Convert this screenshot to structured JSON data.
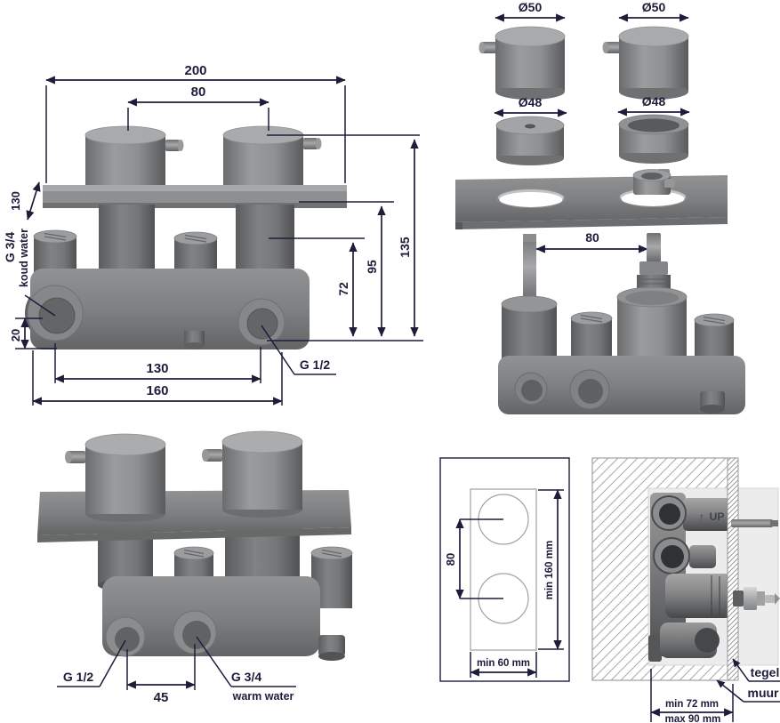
{
  "palette": {
    "ink": "#1d1d3b",
    "metal_mid": "#86888a",
    "metal_dark": "#5f6163",
    "photo_bg": "#ececed"
  },
  "front_view": {
    "overall_width": "200",
    "handle_spacing": "80",
    "plate_height": "130",
    "height_total": "135",
    "height_plate": "95",
    "height_body": "72",
    "port_offset": "20",
    "port_spacing": "130",
    "body_width": "160",
    "cold_label_line1": "G 3/4",
    "cold_label_line2": "koud water",
    "outlet_label": "G 1/2"
  },
  "exploded_view": {
    "cap_left_dia": "Ø50",
    "cap_right_dia": "Ø50",
    "ring_left_dia": "Ø48",
    "ring_right_dia": "Ø48",
    "stem_spacing": "80"
  },
  "iso_view": {
    "outlet_label": "G 1/2",
    "port_spacing": "45",
    "hot_label_line1": "G 3/4",
    "hot_label_line2": "warm water"
  },
  "install_front": {
    "hole_spacing": "80",
    "min_height": "min 160 mm",
    "min_width": "min 60 mm"
  },
  "install_side": {
    "up_marking": "UP",
    "up_arrow": "↑",
    "tile_label": "tegel",
    "wall_label": "muur",
    "depth_min": "min 72 mm",
    "depth_max": "max 90 mm"
  }
}
